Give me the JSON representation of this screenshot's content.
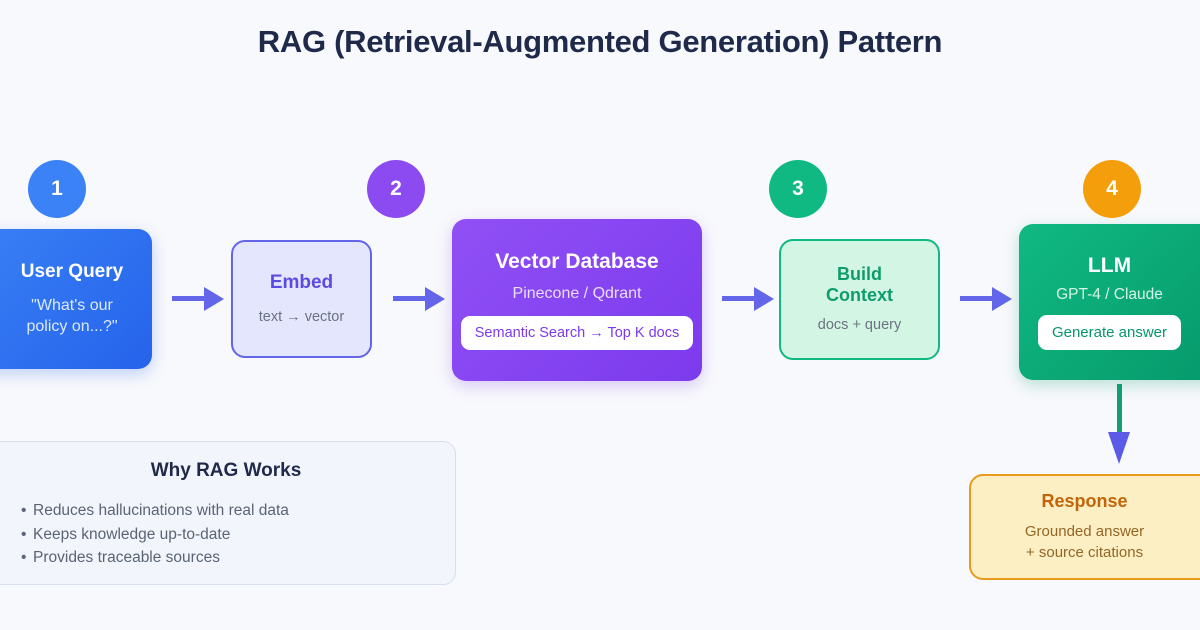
{
  "page": {
    "title": "RAG (Retrieval-Augmented Generation) Pattern",
    "background_color": "#F8F9FC",
    "title_color": "#1F2A4A"
  },
  "steps": [
    {
      "number": "1",
      "color": "#3B82F6"
    },
    {
      "number": "2",
      "color": "#8B4BF0"
    },
    {
      "number": "3",
      "color": "#10B981"
    },
    {
      "number": "4",
      "color": "#F59E0B"
    }
  ],
  "nodes": {
    "user_query": {
      "title": "User Query",
      "subtitle_line1": "\"What's our",
      "subtitle_line2": "policy on...?\"",
      "accent": "#2563EB"
    },
    "embed": {
      "title": "Embed",
      "subtitle": "text → vector",
      "accent": "#6366E8"
    },
    "vector_db": {
      "title": "Vector Database",
      "subtitle": "Pinecone / Qdrant",
      "pill": "Semantic Search → Top K docs",
      "accent": "#7C3AED"
    },
    "build_context": {
      "title_line1": "Build",
      "title_line2": "Context",
      "subtitle": "docs + query",
      "accent": "#10B981"
    },
    "llm": {
      "title": "LLM",
      "subtitle": "GPT-4 / Claude",
      "pill": "Generate answer",
      "accent": "#059669"
    },
    "response": {
      "title": "Response",
      "subtitle_line1": "Grounded answer",
      "subtitle_line2": "+ source citations",
      "accent": "#E89B1C"
    }
  },
  "why_rag": {
    "title": "Why RAG Works",
    "bullets": [
      "Reduces hallucinations with real data",
      "Keeps knowledge up-to-date",
      "Provides traceable sources"
    ]
  },
  "connectors": {
    "arrow_color": "#6366E8",
    "vertical_stem_color": "#13A06F",
    "vertical_head_color": "#5B5BE8"
  }
}
